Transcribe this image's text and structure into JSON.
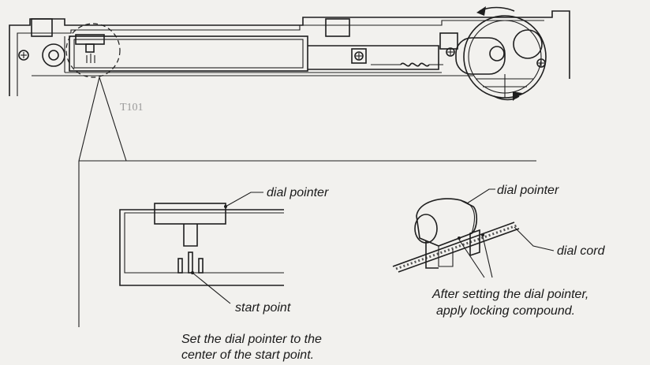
{
  "faint_mark": "T101",
  "left_detail": {
    "pointer_label": "dial pointer",
    "start_label": "start point",
    "caption_line1": "Set the dial pointer to the",
    "caption_line2": "center of the start point."
  },
  "right_detail": {
    "pointer_label": "dial pointer",
    "cord_label": "dial cord",
    "caption_line1": "After setting the dial pointer,",
    "caption_line2": "apply locking compound."
  },
  "colors": {
    "ink": "#1e1e1e",
    "paper": "#f2f1ee",
    "dot_gray": "#555555"
  }
}
